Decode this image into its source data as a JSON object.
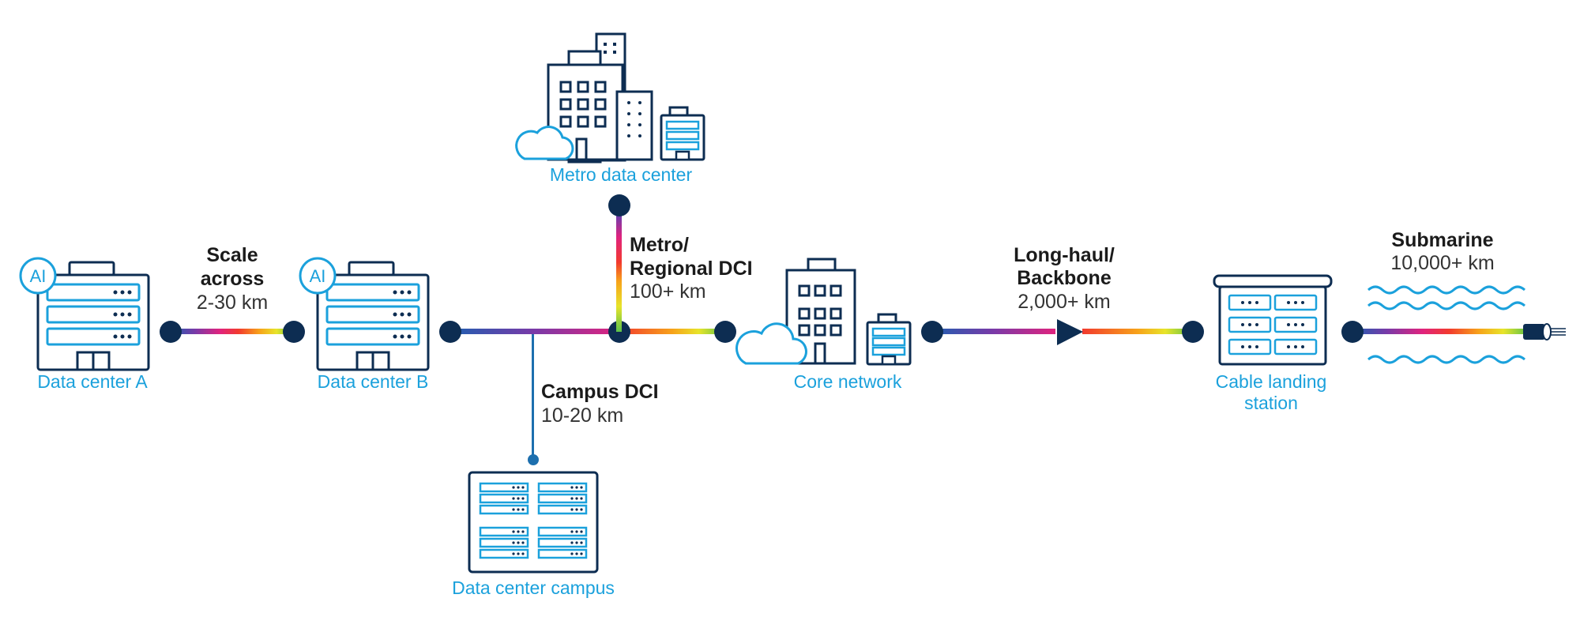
{
  "colors": {
    "navy": "#0d2d52",
    "cyan": "#1ba1dc",
    "gradient": [
      "#1f5fb0",
      "#7a3aa8",
      "#e0237e",
      "#f23a2e",
      "#f7a21a",
      "#e7e42a",
      "#5cc24a"
    ]
  },
  "nodes": {
    "dc_a": {
      "label": "Data center A",
      "badge": "AI",
      "icon": "ai-data-center-icon"
    },
    "dc_b": {
      "label": "Data center B",
      "badge": "AI",
      "icon": "ai-data-center-icon"
    },
    "metro": {
      "label": "Metro data center",
      "icon": "city-buildings-icon"
    },
    "campus": {
      "label": "Data center campus",
      "icon": "server-racks-icon"
    },
    "core": {
      "label": "Core network",
      "icon": "office-building-cloud-icon"
    },
    "landing": {
      "label_line1": "Cable landing",
      "label_line2": "station",
      "icon": "cable-landing-station-icon"
    }
  },
  "links": {
    "scale_across": {
      "title_line1": "Scale",
      "title_line2": "across",
      "distance": "2-30 km"
    },
    "metro_dci": {
      "title_line1": "Metro/",
      "title_line2": "Regional DCI",
      "distance": "100+ km"
    },
    "campus_dci": {
      "title": "Campus DCI",
      "distance": "10-20 km"
    },
    "long_haul": {
      "title_line1": "Long-haul/",
      "title_line2": "Backbone",
      "distance": "2,000+ km",
      "icon": "amplifier-triangle-icon"
    },
    "submarine": {
      "title": "Submarine",
      "distance": "10,000+ km",
      "icon": "waves-icon"
    }
  }
}
